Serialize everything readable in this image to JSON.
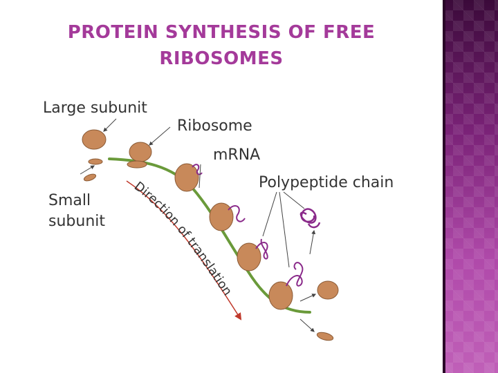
{
  "slide": {
    "title_line1": "PROTEIN SYNTHESIS OF FREE",
    "title_line2": "RIBOSOMES"
  },
  "diagram": {
    "labels": {
      "large_subunit": "Large subunit",
      "ribosome": "Ribosome",
      "mrna": "mRNA",
      "polypeptide_chain": "Polypeptide chain",
      "small_subunit_line1": "Small",
      "small_subunit_line2": "subunit",
      "direction": "Direction of translation"
    },
    "colors": {
      "title": "#a43a9a",
      "ribosome": "#c8895a",
      "ribosome_outline": "#8a5a35",
      "mrna": "#6a9a3a",
      "polypeptide": "#8a2a8a",
      "arrow": "#c0392b",
      "side_panel": "#8a2a84"
    }
  }
}
